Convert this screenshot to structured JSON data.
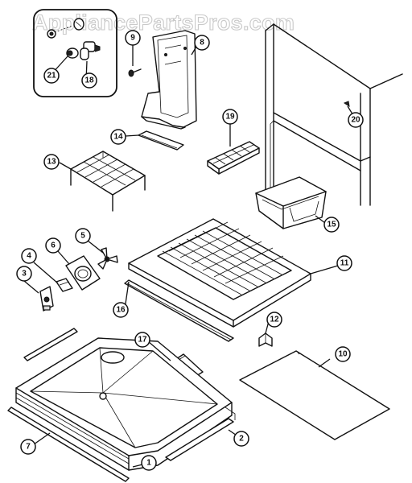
{
  "watermark": "AppliancePartsPros.com",
  "callouts": [
    {
      "id": "c1",
      "label": "1"
    },
    {
      "id": "c2",
      "label": "2"
    },
    {
      "id": "c3",
      "label": "3"
    },
    {
      "id": "c4",
      "label": "4"
    },
    {
      "id": "c5",
      "label": "5"
    },
    {
      "id": "c6",
      "label": "6"
    },
    {
      "id": "c7",
      "label": "7"
    },
    {
      "id": "c8",
      "label": "8"
    },
    {
      "id": "c9",
      "label": "9"
    },
    {
      "id": "c10",
      "label": "10"
    },
    {
      "id": "c11",
      "label": "11"
    },
    {
      "id": "c12",
      "label": "12"
    },
    {
      "id": "c13",
      "label": "13"
    },
    {
      "id": "c14",
      "label": "14"
    },
    {
      "id": "c15",
      "label": "15"
    },
    {
      "id": "c16",
      "label": "16"
    },
    {
      "id": "c17",
      "label": "17"
    },
    {
      "id": "c18",
      "label": "18"
    },
    {
      "id": "c19",
      "label": "19"
    },
    {
      "id": "c20",
      "label": "20"
    },
    {
      "id": "c21",
      "label": "21"
    }
  ]
}
